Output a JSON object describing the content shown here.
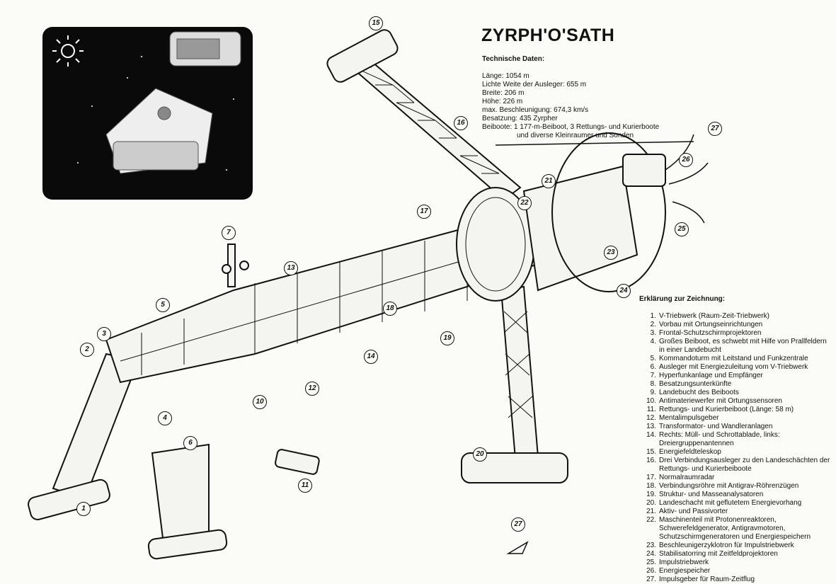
{
  "title": "ZYRPH'O'SATH",
  "technical_data": {
    "heading": "Technische Daten:",
    "rows": [
      "Länge: 1054 m",
      "Lichte Weite der Ausleger: 655 m",
      "Breite: 206 m",
      "Höhe: 226 m",
      "max. Beschleunigung: 674,3 km/s",
      "Besatzung: 435 Zyrpher",
      "Beiboote:   1 177-m-Beiboot, 3 Rettungs- und Kurierboote"
    ],
    "continuation": "und diverse Kleinraumer und Sonden"
  },
  "legend": {
    "heading": "Erklärung zur Zeichnung:",
    "items": [
      {
        "n": "1.",
        "t": "V-Triebwerk (Raum-Zeit-Triebwerk)"
      },
      {
        "n": "2.",
        "t": "Vorbau mit Ortungseinrichtungen"
      },
      {
        "n": "3.",
        "t": "Frontal-Schutzschirmprojektoren"
      },
      {
        "n": "4.",
        "t": "Großes Beiboot, es schwebt mit Hilfe von Prallfeldern in einer Landebucht"
      },
      {
        "n": "5.",
        "t": "Kommandoturm mit Leitstand und Funkzentrale"
      },
      {
        "n": "6.",
        "t": "Ausleger mit Energiezuleitung vom V-Triebwerk"
      },
      {
        "n": "7.",
        "t": "Hyperfunkanlage und Empfänger"
      },
      {
        "n": "8.",
        "t": "Besatzungsunterkünfte"
      },
      {
        "n": "9.",
        "t": "Landebucht des Beiboots"
      },
      {
        "n": "10.",
        "t": "Antimateriewerfer mit Ortungssensoren"
      },
      {
        "n": "11.",
        "t": "Rettungs- und Kurierbeiboot (Länge: 58 m)"
      },
      {
        "n": "12.",
        "t": "Mentalimpulsgeber"
      },
      {
        "n": "13.",
        "t": "Transformator- und Wandleranlagen"
      },
      {
        "n": "14.",
        "t": "Rechts: Müll- und Schrottablade, links: Dreiergruppenantennen"
      },
      {
        "n": "15.",
        "t": "Energiefeldteleskop"
      },
      {
        "n": "16.",
        "t": "Drei Verbindungsausleger zu den Landeschächten der Rettungs- und Kurierbeiboote"
      },
      {
        "n": "17.",
        "t": "Normalraumradar"
      },
      {
        "n": "18.",
        "t": "Verbindungsröhre mit Antigrav-Röhrenzügen"
      },
      {
        "n": "19.",
        "t": "Struktur- und Masseanalysatoren"
      },
      {
        "n": "20.",
        "t": "Landeschacht mit geflutetem Energievorhang"
      },
      {
        "n": "21.",
        "t": "Aktiv- und Passivorter"
      },
      {
        "n": "22.",
        "t": "Maschinenteil mit Protonenreaktoren, Schwerefeldgenerator, Antigravmotoren, Schutzschirmgeneratoren und Energiespeichern"
      },
      {
        "n": "23.",
        "t": "Beschleunigerzyklotron für Impulstriebwerk"
      },
      {
        "n": "24.",
        "t": "Stabilisatorring mit Zeitfeldprojektoren"
      },
      {
        "n": "25.",
        "t": "Impulstriebwerk"
      },
      {
        "n": "26.",
        "t": "Energiespeicher"
      },
      {
        "n": "27.",
        "t": "Impulsgeber für Raum-Zeitflug"
      }
    ]
  },
  "callouts": [
    "1",
    "2",
    "3",
    "4",
    "5",
    "6",
    "7",
    "10",
    "11",
    "12",
    "13",
    "14",
    "15",
    "16",
    "17",
    "18",
    "19",
    "20",
    "21",
    "22",
    "23",
    "24",
    "25",
    "26",
    "27",
    "27"
  ],
  "colors": {
    "ink": "#111111",
    "paper": "#fbfbf8",
    "inset_bg": "#0a0a0a"
  }
}
